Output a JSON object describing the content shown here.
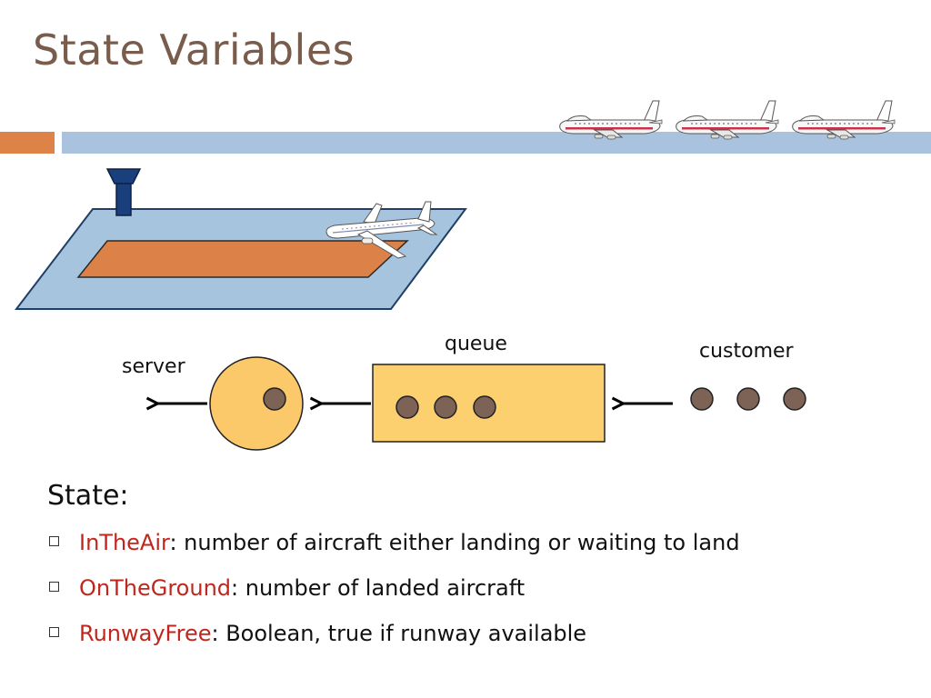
{
  "slide": {
    "title": "State Variables"
  },
  "diagram": {
    "server_label": "server",
    "queue_label": "queue",
    "customer_label": "customer"
  },
  "state": {
    "heading": "State:",
    "items": [
      {
        "term": "InTheAir",
        "desc": ": number of aircraft either landing or waiting to land"
      },
      {
        "term": "OnTheGround",
        "desc": ": number of landed aircraft"
      },
      {
        "term": "RunwayFree",
        "desc": ": Boolean, true if runway available"
      }
    ]
  },
  "colors": {
    "title": "#7a5c4c",
    "accent_orange": "#dd8348",
    "accent_blue": "#a9c2de",
    "term_red": "#c0261c",
    "server_fill": "#fbc96a",
    "queue_fill": "#fdd06f",
    "token": "#7d6256"
  },
  "icons": [
    "airplane-icon",
    "control-tower-icon",
    "arrow-left-icon",
    "checkbox-bullet-icon"
  ]
}
